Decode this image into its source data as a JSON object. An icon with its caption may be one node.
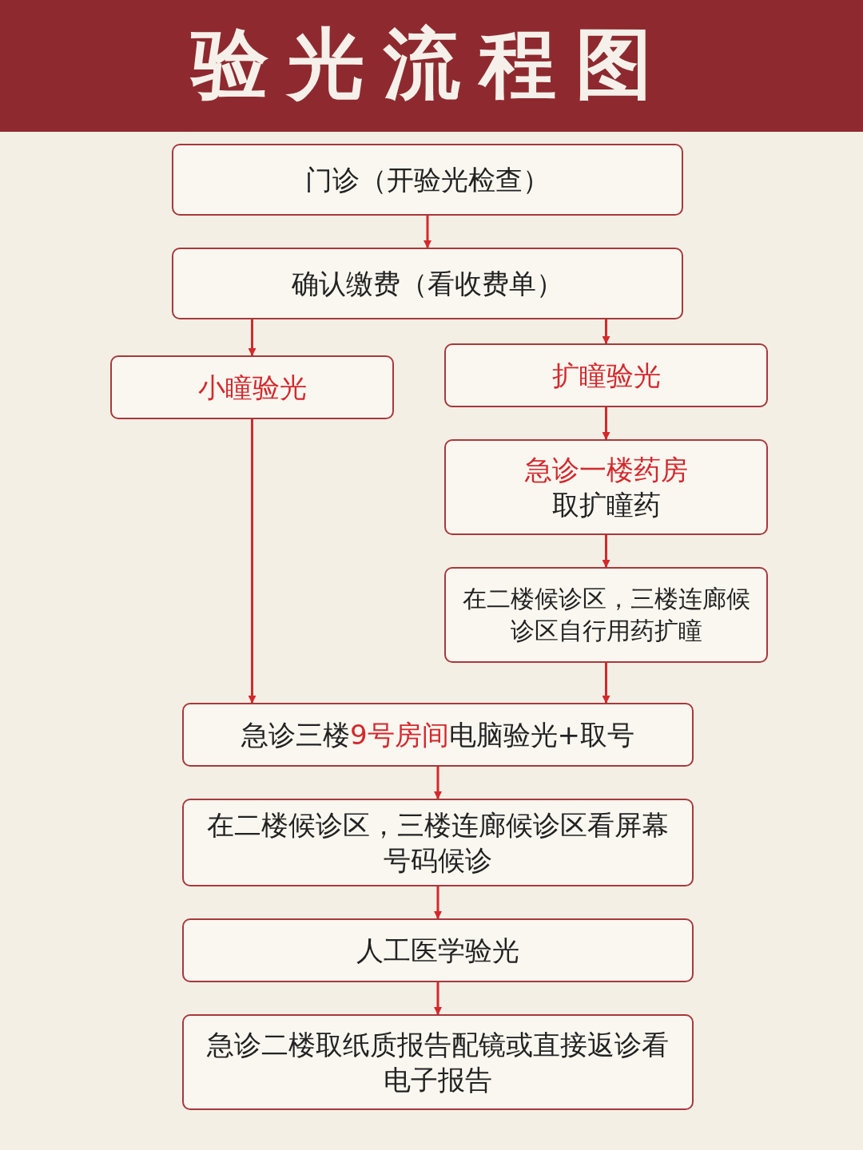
{
  "diagram": {
    "title": "验光流程图",
    "nodes": [
      {
        "text": [
          "门诊（开验光检查）"
        ]
      },
      {
        "text": [
          "确认缴费（看收费单）"
        ]
      },
      {
        "text": [
          "小瞳验光"
        ]
      },
      {
        "text": [
          "扩瞳验光"
        ]
      },
      {
        "text": [
          "急诊一楼药房",
          "取扩瞳药"
        ]
      },
      {
        "text": [
          "在二楼候诊区，三楼连廊候诊区自行用药扩瞳"
        ]
      },
      {
        "text": [
          "急诊三楼**9号房间**电脑验光+取号"
        ]
      },
      {
        "text": [
          "在二楼候诊区，三楼连廊候诊区看屏幕号码候诊"
        ]
      },
      {
        "text": [
          "人工医学验光"
        ]
      },
      {
        "text": [
          "急诊二楼取纸质报告配镜或直接返诊看电子报告"
        ]
      }
    ],
    "edges": [
      {
        "from": 0,
        "to": 1,
        "arrow": "to"
      },
      {
        "from": 1,
        "to": 2,
        "arrow": "to"
      },
      {
        "from": 1,
        "to": 3,
        "arrow": "to"
      },
      {
        "from": 3,
        "to": 4,
        "arrow": "to"
      },
      {
        "from": 4,
        "to": 5,
        "arrow": "to"
      },
      {
        "from": 2,
        "to": 6,
        "arrow": "to"
      },
      {
        "from": 5,
        "to": 6,
        "arrow": "to"
      },
      {
        "from": 6,
        "to": 7,
        "arrow": "to"
      },
      {
        "from": 7,
        "to": 8,
        "arrow": "to"
      },
      {
        "from": 8,
        "to": 9,
        "arrow": "to"
      }
    ]
  }
}
